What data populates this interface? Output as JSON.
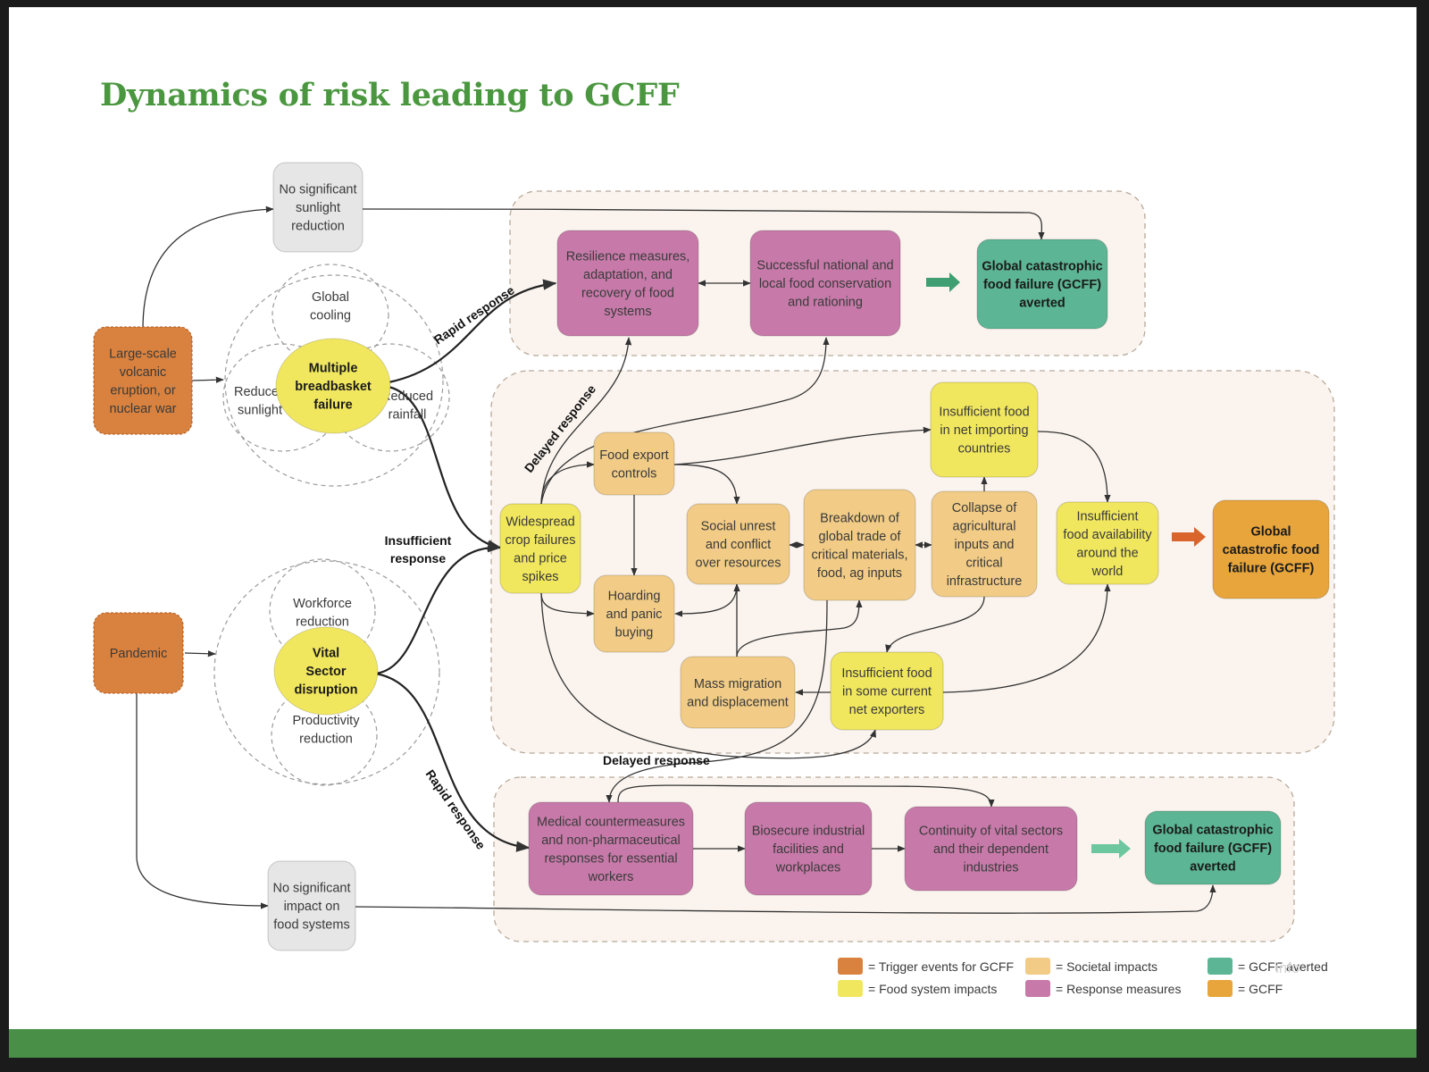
{
  "title": "Dynamics of risk leading to GCFF",
  "colors": {
    "trigger": "#d9823f",
    "food_system": "#f1e75f",
    "societal": "#f2cc86",
    "response": "#c77aa9",
    "averted": "#5cb595",
    "gcff": "#e7a53c",
    "neutral": "#e6e6e6",
    "title_green": "#4a973f",
    "footer_green": "#4a8f47"
  },
  "nodes": {
    "volcanic": [
      "Large-scale",
      "volcanic",
      "eruption, or",
      "nuclear war"
    ],
    "pandemic": [
      "Pandemic"
    ],
    "no_sunlight": [
      "No significant",
      "sunlight",
      "reduction"
    ],
    "no_impact": [
      "No significant",
      "impact on",
      "food systems"
    ],
    "global_cooling": [
      "Global",
      "cooling"
    ],
    "reduced_sunlight": [
      "Reduced",
      "sunlight"
    ],
    "reduced_rainfall": [
      "Reduced",
      "rainfall"
    ],
    "breadbasket": [
      "Multiple",
      "breadbasket",
      "failure"
    ],
    "workforce": [
      "Workforce",
      "reduction"
    ],
    "productivity": [
      "Productivity",
      "reduction"
    ],
    "vital_sector": [
      "Vital",
      "Sector",
      "disruption"
    ],
    "resilience": [
      "Resilience measures,",
      "adaptation, and",
      "recovery of food",
      "systems"
    ],
    "conservation": [
      "Successful national and",
      "local food conservation",
      "and rationing"
    ],
    "averted_top": [
      "Global catastrophic",
      "food failure (GCFF)",
      "averted"
    ],
    "crop_failures": [
      "Widespread",
      "crop failures",
      "and price",
      "spikes"
    ],
    "export_controls": [
      "Food export",
      "controls"
    ],
    "hoarding": [
      "Hoarding",
      "and panic",
      "buying"
    ],
    "social_unrest": [
      "Social unrest",
      "and conflict",
      "over resources"
    ],
    "breakdown_trade": [
      "Breakdown of",
      "global trade of",
      "critical materials,",
      "food, ag inputs"
    ],
    "collapse_ag": [
      "Collapse of",
      "agricultural",
      "inputs and",
      "critical",
      "infrastructure"
    ],
    "insufficient_importing": [
      "Insufficient food",
      "in net importing",
      "countries"
    ],
    "insufficient_availability": [
      "Insufficient",
      "food availability",
      "around the",
      "world"
    ],
    "gcff": [
      "Global",
      "catastrofic food",
      "failure (GCFF)"
    ],
    "mass_migration": [
      "Mass migration",
      "and displacement"
    ],
    "insufficient_exporters": [
      "Insufficient food",
      "in some current",
      "net exporters"
    ],
    "medical": [
      "Medical countermeasures",
      "and non-pharmaceutical",
      "responses for essential",
      "workers"
    ],
    "biosecure": [
      "Biosecure industrial",
      "facilities and",
      "workplaces"
    ],
    "continuity": [
      "Continuity of vital sectors",
      "and their dependent",
      "industries"
    ],
    "averted_bottom": [
      "Global catastrophic",
      "food failure (GCFF)",
      "averted"
    ]
  },
  "flow_labels": {
    "rapid_top": "Rapid response",
    "delayed_top": "Delayed response",
    "insufficient": [
      "Insufficient",
      "response"
    ],
    "delayed_bottom": "Delayed response",
    "rapid_bottom": "Rapid response"
  },
  "legend": [
    {
      "color": "#d9823f",
      "label": "= Trigger events for GCFF"
    },
    {
      "color": "#f2cc86",
      "label": "= Societal impacts"
    },
    {
      "color": "#5cb595",
      "label": "= GCFF averted"
    },
    {
      "color": "#f1e75f",
      "label": "= Food system impacts"
    },
    {
      "color": "#c77aa9",
      "label": "= Response measures"
    },
    {
      "color": "#e7a53c",
      "label": "= GCFF"
    }
  ]
}
